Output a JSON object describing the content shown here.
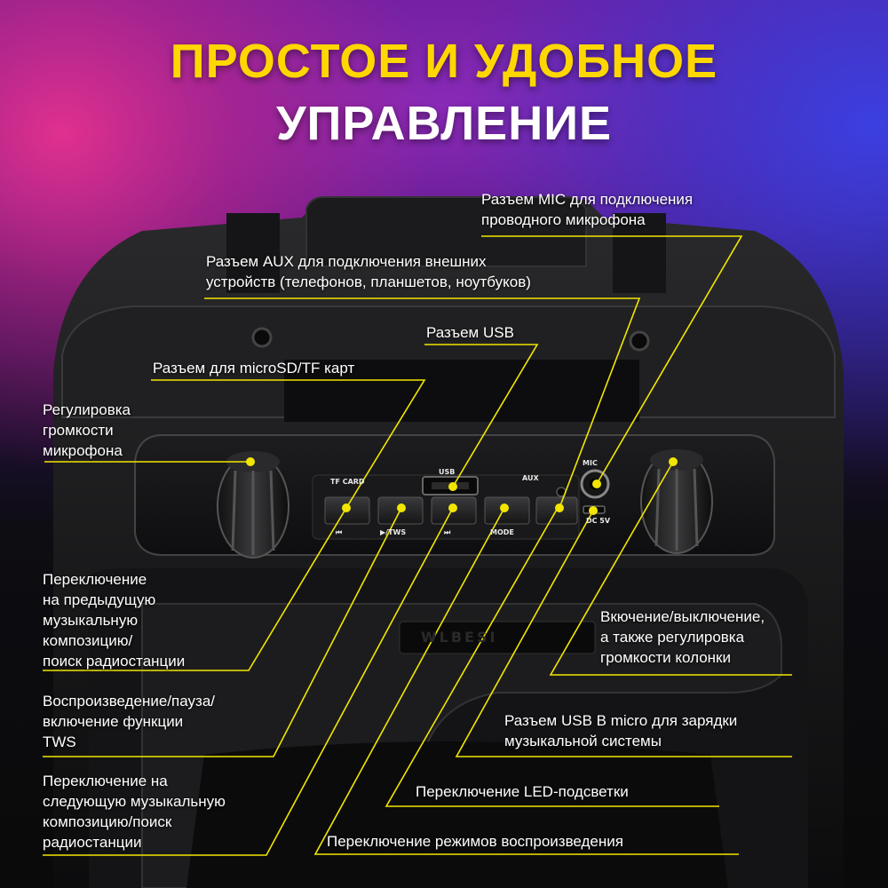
{
  "title": {
    "line1": "ПРОСТОЕ И УДОБНОЕ",
    "line2": "УПРАВЛЕНИЕ"
  },
  "colors": {
    "accent": "#ffd700",
    "callout_line": "#f2e600",
    "text": "#ffffff"
  },
  "panel_labels": {
    "tf_card": "TF CARD",
    "usb": "USB",
    "aux": "AUX",
    "mic": "MIC",
    "dc": "DC 5V",
    "tws": "▶/TWS",
    "mode": "MODE",
    "prev": "⏮",
    "next": "⏭",
    "display": "WLBESI"
  },
  "callouts": {
    "mic_jack": "Разъем MIC для подключения\nпроводного микрофона",
    "aux_jack": "Разъем AUX для подключения внешних\nустройств (телефонов, планшетов, ноутбуков)",
    "usb_port": "Разъем USB",
    "microsd": "Разъем для microSD/TF карт",
    "mic_volume": "Регулировка\nгромкости\nмикрофона",
    "prev_track": "Переключение\nна предыдущую\nмузыкальную\nкомпозицию/\nпоиск радиостанции",
    "play_pause": "Воспроизведение/пауза/\nвключение функции\nTWS",
    "next_track": "Переключение на\nследующую музыкальную\nкомпозицию/поиск\nрадиостанции",
    "power_volume": "Вкючение/выключение,\nа также регулировка\nгромкости колонки",
    "usb_micro": "Разъем USB B micro для зарядки\nмузыкальной системы",
    "led": "Переключение LED-подсветки",
    "mode": "Переключение режимов воспроизведения"
  }
}
